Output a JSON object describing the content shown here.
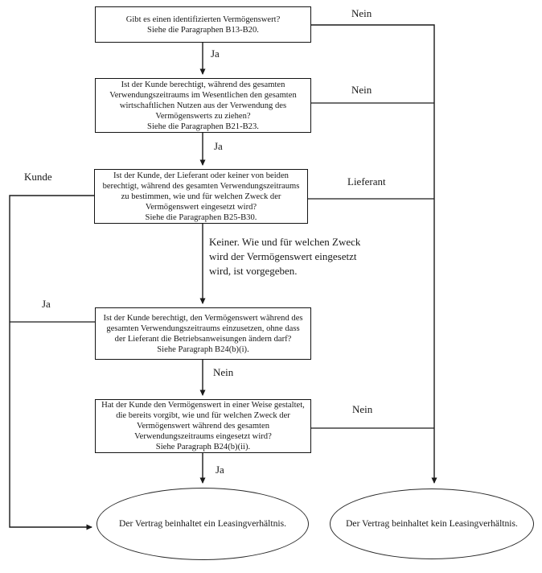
{
  "flowchart": {
    "nodes": {
      "q1": {
        "text": "Gibt es einen identifizierten Vermögenswert?\nSiehe die Paragraphen B13-B20."
      },
      "q2": {
        "text": "Ist der Kunde berechtigt, während des gesamten\nVerwendungszeitraums im Wesentlichen den gesamten\nwirtschaftlichen Nutzen aus der Verwendung des\nVermögenswerts zu ziehen?\nSiehe die Paragraphen B21-B23."
      },
      "q3": {
        "text": "Ist der Kunde, der Lieferant oder keiner von beiden\nberechtigt, während des gesamten Verwendungszeitraums\nzu bestimmen, wie und für welchen Zweck der\nVermögenswert eingesetzt wird?\nSiehe die Paragraphen B25-B30."
      },
      "q4": {
        "text": "Ist der Kunde berechtigt, den Vermögenswert während des\ngesamten Verwendungszeitraums einzusetzen, ohne dass\nder Lieferant die Betriebsanweisungen ändern darf?\nSiehe Paragraph B24(b)(i)."
      },
      "q5": {
        "text": "Hat der Kunde den Vermögenswert in einer Weise gestaltet,\ndie bereits vorgibt, wie und für welchen Zweck der\nVermögenswert während des gesamten\nVerwendungszeitraums eingesetzt wird?\nSiehe Paragraph B24(b)(ii)."
      },
      "lease": {
        "text": "Der Vertrag beinhaltet ein Leasingverhältnis."
      },
      "no_lease": {
        "text": "Der Vertrag beinhaltet kein Leasingverhältnis."
      }
    },
    "edge_labels": {
      "q1_nein": "Nein",
      "q1_ja": "Ja",
      "q2_nein": "Nein",
      "q2_ja": "Ja",
      "q3_kunde": "Kunde",
      "q3_lieferant": "Lieferant",
      "q3_keiner": "Keiner. Wie und für welchen Zweck\nwird der Vermögenswert eingesetzt\nwird, ist vorgegeben.",
      "q4_ja": "Ja",
      "q4_nein": "Nein",
      "q5_nein": "Nein",
      "q5_ja": "Ja"
    },
    "colors": {
      "line": "#1a1a1a",
      "box_border": "#141414",
      "text": "#181818",
      "background": "#ffffff"
    }
  }
}
